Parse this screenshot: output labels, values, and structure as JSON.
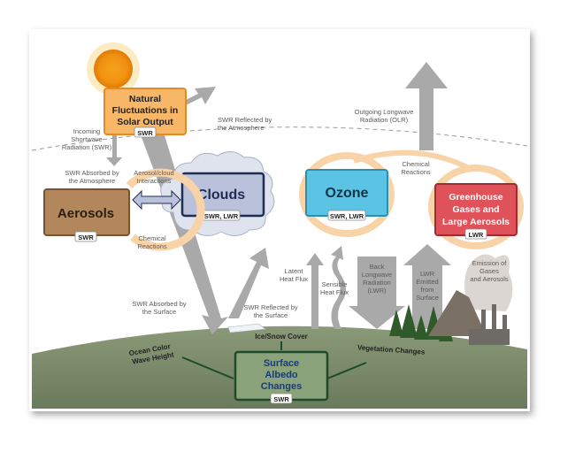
{
  "title_box": {
    "line1": "Natural",
    "line2": "Fluctuations in",
    "line3": "Solar Output",
    "tag": "SWR"
  },
  "arrows": {
    "swr_reflected_atmos": [
      "SWR Reflected by",
      "the Atmosphere"
    ],
    "incoming_swr": [
      "Incoming",
      "Shortwave",
      "Radiation (SWR)"
    ],
    "olr": [
      "Outgoing Longwave",
      "Radiation (OLR)"
    ],
    "swr_absorbed_atmos": [
      "SWR Absorbed by",
      "the Atmosphere"
    ],
    "aerosol_cloud": [
      "Aerosol/cloud",
      "Interactions"
    ],
    "chemical_reactions_right": [
      "Chemical",
      "Reactions"
    ],
    "chemical_reactions_left": [
      "Chemical",
      "Reactions"
    ],
    "latent": [
      "Latent",
      "Heat Flux"
    ],
    "sensible": [
      "Sensible",
      "Heat Flux"
    ],
    "back_lwr": [
      "Back",
      "Longwave",
      "Radiation",
      "(LWR)"
    ],
    "lwr_emitted": [
      "LWR",
      "Emitted",
      "from",
      "Surface"
    ],
    "emission": [
      "Emission of",
      "Gases",
      "and Aerosols"
    ],
    "swr_absorbed_surface": [
      "SWR Absorbed by",
      "the Surface"
    ],
    "swr_reflected_surface": [
      "SWR Reflected by",
      "the Surface"
    ]
  },
  "boxes": {
    "clouds": {
      "label": "Clouds",
      "tag": "SWR, LWR"
    },
    "ozone": {
      "label": "Ozone",
      "tag": "SWR, LWR"
    },
    "aerosols": {
      "label": "Aerosols",
      "tag": "SWR"
    },
    "ghg": {
      "line1": "Greenhouse",
      "line2": "Gases and",
      "line3": "Large Aerosols",
      "tag": "LWR"
    },
    "surface": {
      "line1": "Surface",
      "line2": "Albedo",
      "line3": "Changes",
      "tag": "SWR"
    }
  },
  "surface_labels": {
    "ice_snow": "Ice/Snow Cover",
    "ocean": [
      "Ocean Color",
      "Wave Height"
    ],
    "vegetation": "Vegetation Changes"
  },
  "colors": {
    "solar": "#f8b766",
    "clouds": "#b9c2da",
    "ozone": "#5bc3e3",
    "aerosols": "#b3875c",
    "ghg": "#e0525a",
    "surface": "#8aa37a",
    "ground": "#7c8c6c",
    "arrow_gray": "#a9a9a9",
    "cycle_peach": "#f9d3a8"
  }
}
